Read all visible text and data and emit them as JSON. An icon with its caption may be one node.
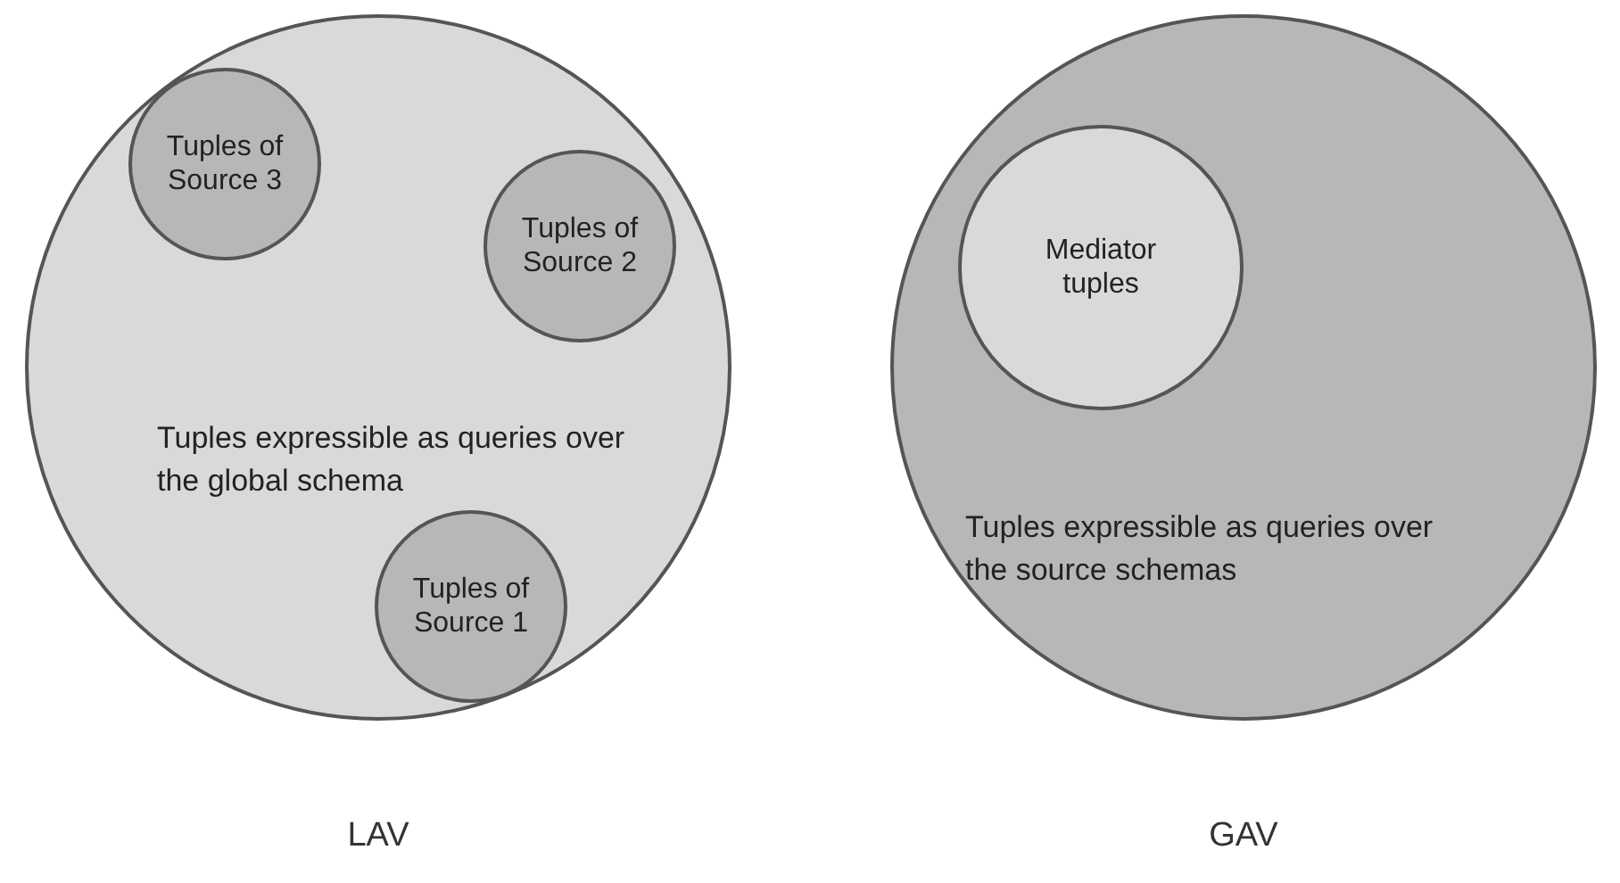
{
  "diagram": {
    "nodes": [
      {
        "text": [
          "Tuples expressible as queries over the global schema"
        ],
        "beside": [
          "LAV"
        ]
      },
      {
        "text": [
          "Tuples of Source 3"
        ],
        "in": 0
      },
      {
        "text": [
          "Tuples of Source 2"
        ],
        "in": 0
      },
      {
        "text": [
          "Tuples of Source 1"
        ],
        "in": 0
      },
      {
        "text": [
          "Tuples expressible as queries over the source schemas"
        ],
        "beside": [
          "GAV"
        ]
      },
      {
        "text": [
          "Mediator tuples"
        ],
        "in": 4
      }
    ],
    "edges": []
  }
}
